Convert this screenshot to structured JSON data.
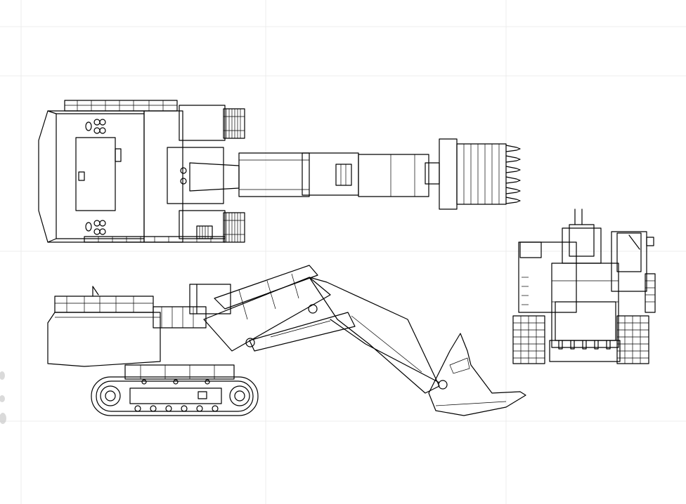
{
  "drawing": {
    "background": "#ffffff",
    "line_color": "#000000",
    "grid_color": "#ececec",
    "views": [
      "top-view",
      "side-view",
      "front-view"
    ]
  }
}
